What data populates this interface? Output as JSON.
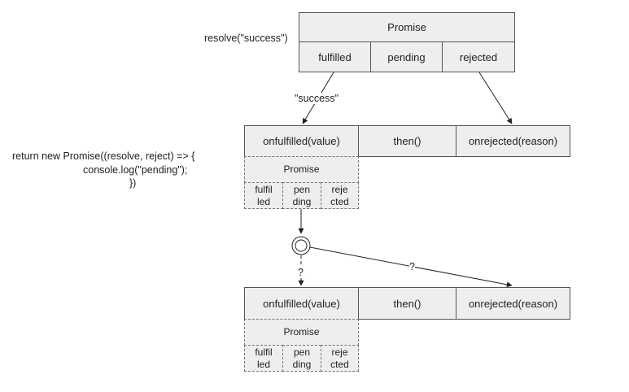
{
  "top_promise": {
    "title": "Promise",
    "states": [
      "fulfilled",
      "pending",
      "rejected"
    ]
  },
  "resolve_call": "resolve(\"success\")",
  "success_label": "\"success\"",
  "code_lines": [
    "return new Promise((resolve, reject) => {",
    "console.log(\"pending\");",
    "})"
  ],
  "then_row_1": {
    "onfulfilled": "onfulfilled(value)",
    "then": "then()",
    "onrejected": "onrejected(reason)"
  },
  "inner_promise_1": {
    "title": "Promise",
    "states": [
      "fulfil\nled",
      "pen\nding",
      "reje\ncted"
    ]
  },
  "question_labels": [
    "?",
    "?"
  ],
  "then_row_2": {
    "onfulfilled": "onfulfilled(value)",
    "then": "then()",
    "onrejected": "onrejected(reason)"
  },
  "inner_promise_2": {
    "title": "Promise",
    "states": [
      "fulfil\nled",
      "pen\nding",
      "reje\ncted"
    ]
  }
}
